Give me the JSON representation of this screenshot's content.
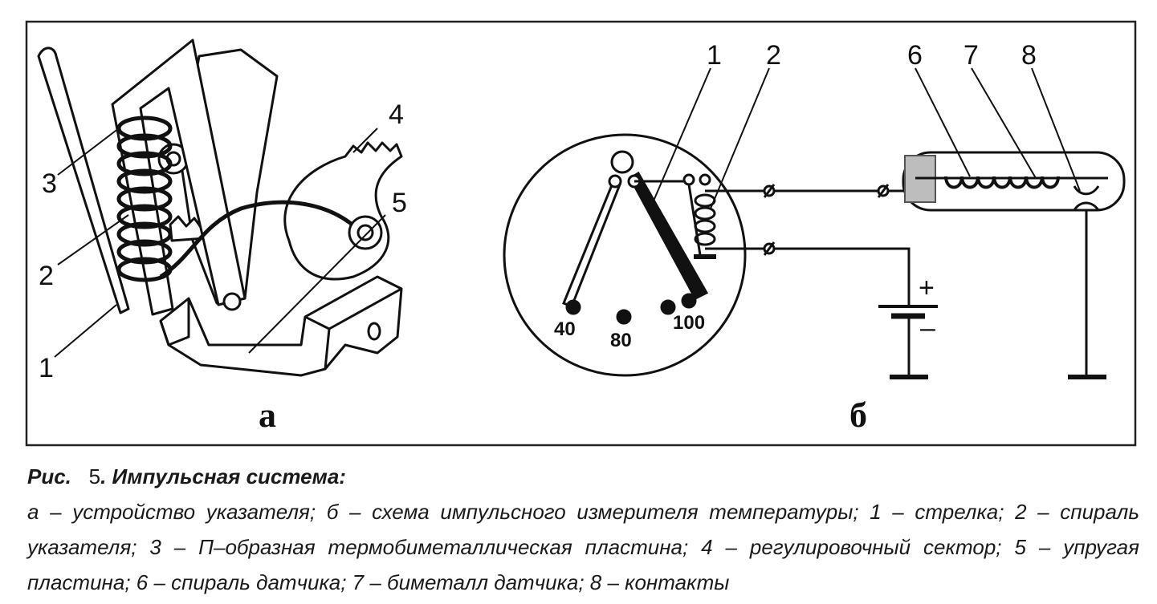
{
  "figure": {
    "panel_a": {
      "letter": "а",
      "callouts": [
        "1",
        "2",
        "3",
        "4",
        "5"
      ]
    },
    "panel_b": {
      "letter": "б",
      "callouts": [
        "1",
        "2",
        "6",
        "7",
        "8"
      ],
      "dial_marks": [
        "40",
        "80",
        "100"
      ],
      "battery_plus": "+",
      "battery_minus": "–"
    }
  },
  "caption": {
    "prefix": "Рис.",
    "number": "5",
    "title": "Импульсная система:",
    "text": "а – устройство указателя; б – схема импульсного измерителя температуры; 1 – стрелка; 2 – спираль указателя; 3 – П–образная термобиметаллическая пластина; 4 – регулировочный сектор; 5 – упругая пластина; 6 – спираль датчика; 7 – биметалл датчика; 8 – контакты"
  }
}
